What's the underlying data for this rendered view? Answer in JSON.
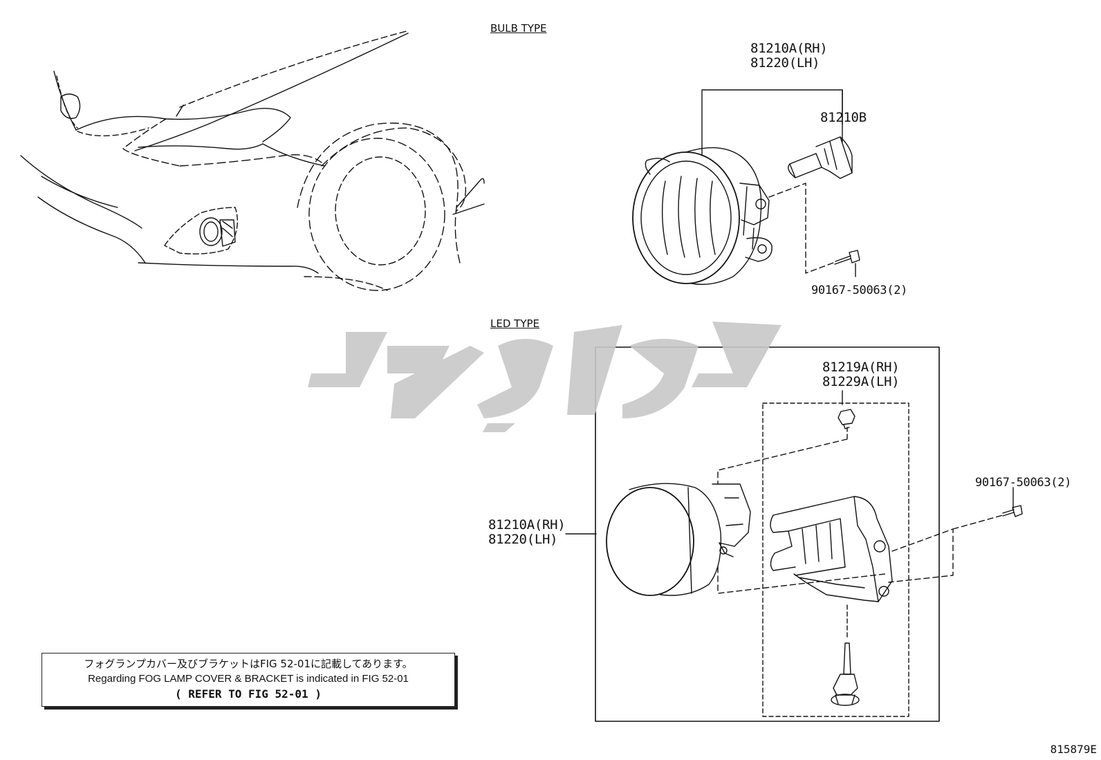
{
  "sections": {
    "bulb_type": "BULB TYPE",
    "led_type": "LED TYPE"
  },
  "bulb_parts": {
    "fog_lamp_rh": "81210A(RH)",
    "fog_lamp_lh": "81220(LH)",
    "bulb": "81210B",
    "screw": "90167-50063(2)"
  },
  "led_parts": {
    "bracket_rh": "81219A(RH)",
    "bracket_lh": "81229A(LH)",
    "screw": "90167-50063(2)",
    "fog_lamp_rh": "81210A(RH)",
    "fog_lamp_lh": "81220(LH)"
  },
  "note": {
    "japanese": "フォグランプカバー及びブラケットはFIG 52-01に記載してあります。",
    "english": "Regarding FOG LAMP COVER & BRACKET is indicated in FIG 52-01",
    "reference": "(  REFER TO FIG 52-01  )"
  },
  "drawing_code": "815879E",
  "watermark": "تویوتا",
  "colors": {
    "line": "#111111",
    "watermark": "#c8c8c8"
  }
}
